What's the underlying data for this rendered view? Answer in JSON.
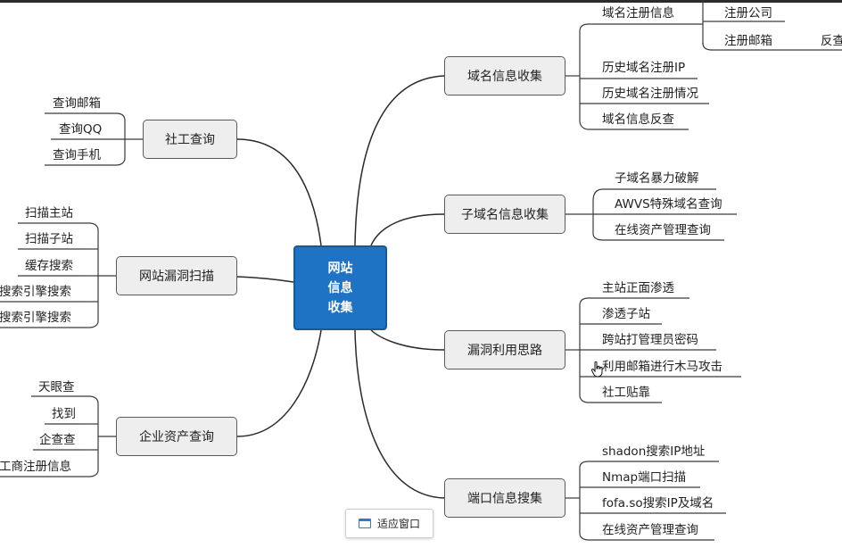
{
  "root": {
    "lines": [
      "网站",
      "信息",
      "收集"
    ]
  },
  "branches": {
    "domain": {
      "label": "域名信息收集",
      "leaves": [
        "域名注册信息",
        "历史域名注册IP",
        "历史域名注册情况",
        "域名信息反查"
      ],
      "registration_children": [
        "注册公司",
        "注册邮箱"
      ],
      "email_child": "反查"
    },
    "subdomain": {
      "label": "子域名信息收集",
      "leaves": [
        "子域名暴力破解",
        "AWVS特殊域名查询",
        "在线资产管理查询"
      ]
    },
    "vuln_exploit": {
      "label": "漏洞利用思路",
      "leaves": [
        "主站正面渗透",
        "渗透子站",
        "跨站打管理员密码",
        "利用邮箱进行木马攻击",
        "社工贴靠"
      ]
    },
    "port": {
      "label": "端口信息搜集",
      "leaves": [
        "shadon搜索IP地址",
        "Nmap端口扫描",
        "fofa.so搜索IP及域名",
        "在线资产管理查询"
      ]
    },
    "social": {
      "label": "社工查询",
      "leaves": [
        "查询邮箱",
        "查询QQ",
        "查询手机"
      ]
    },
    "vuln_scan": {
      "label": "网站漏洞扫描",
      "leaves": [
        "扫描主站",
        "扫描子站",
        "缓存搜索",
        "搜索引擎搜索",
        "搜索引擎搜索"
      ]
    },
    "enterprise": {
      "label": "企业资产查询",
      "leaves": [
        "天眼查",
        "找到",
        "企查查",
        "工商注册信息"
      ]
    }
  },
  "toolbar": {
    "fit_window": "适应窗口"
  },
  "colors": {
    "root_fill": "#1e73c4",
    "node_fill": "#eeeeee",
    "line": "#2a2a2a"
  }
}
